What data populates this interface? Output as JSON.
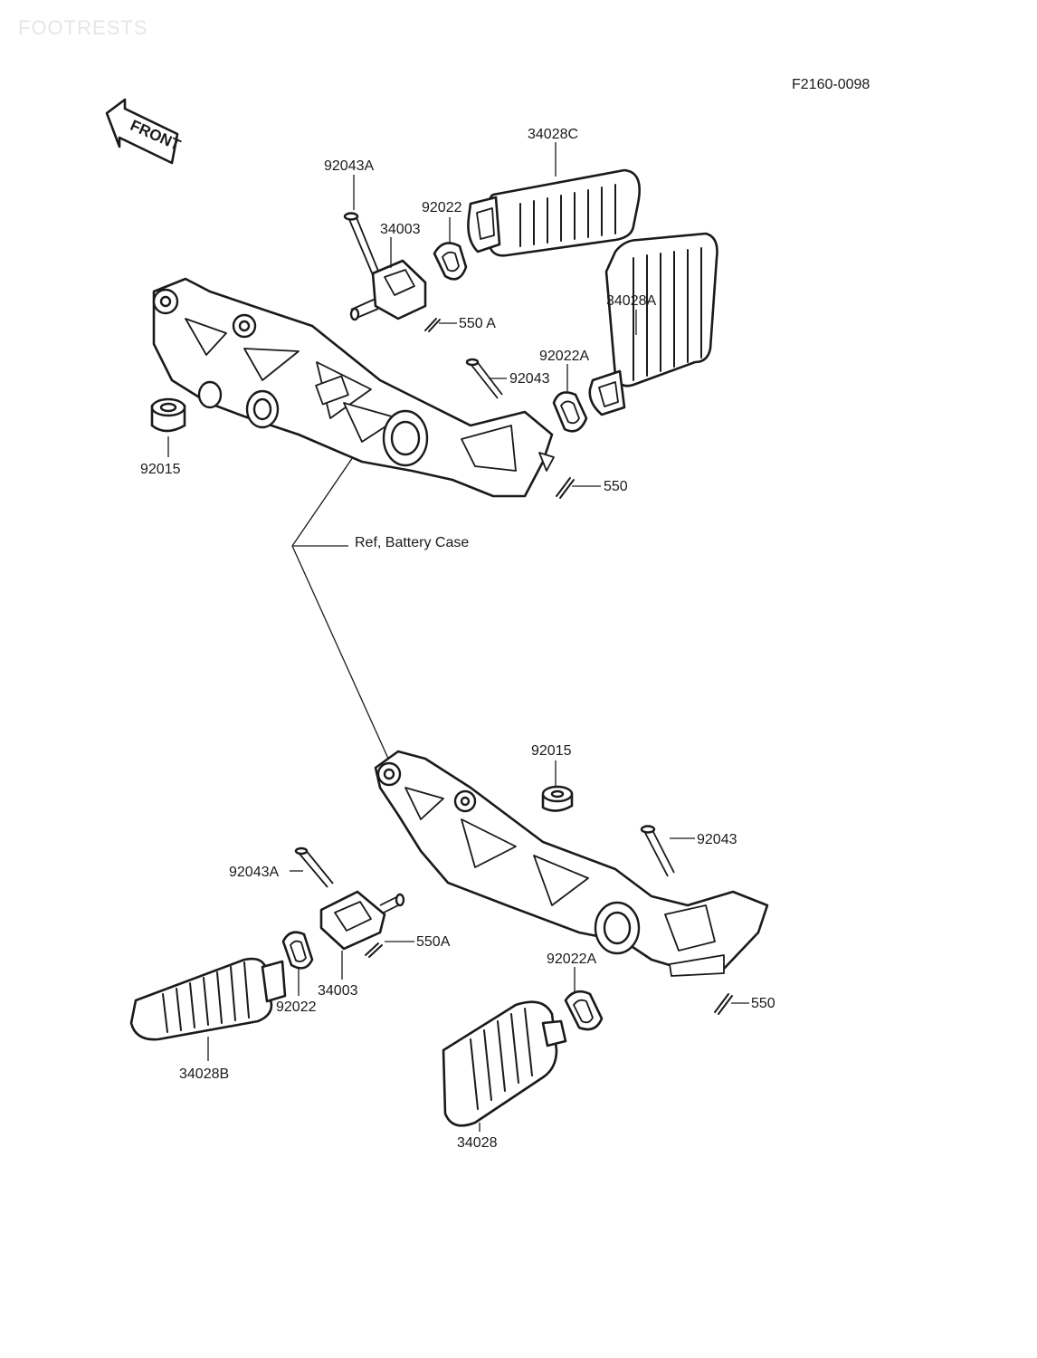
{
  "watermark": "FOOTRESTS",
  "figure_code": "F2160-0098",
  "front_badge": "FRONT",
  "reference_note": "Ref, Battery Case",
  "icons": {
    "front_arrow": "front-arrow-icon"
  },
  "colors": {
    "ink": "#1a1a1a",
    "paper": "#ffffff",
    "watermark": "#e6e6e6"
  },
  "parts": {
    "upper_92043A": "92043A",
    "upper_34028C": "34028C",
    "upper_92022": "92022",
    "upper_34003": "34003",
    "upper_550A": "550 A",
    "upper_34028A": "34028A",
    "upper_92022A": "92022A",
    "upper_92043": "92043",
    "upper_92015": "92015",
    "upper_550": "550",
    "lower_92015": "92015",
    "lower_92043": "92043",
    "lower_92043A": "92043A",
    "lower_550A": "550A",
    "lower_34003": "34003",
    "lower_92022": "92022",
    "lower_92022A": "92022A",
    "lower_550": "550",
    "lower_34028B": "34028B",
    "lower_34028": "34028"
  }
}
